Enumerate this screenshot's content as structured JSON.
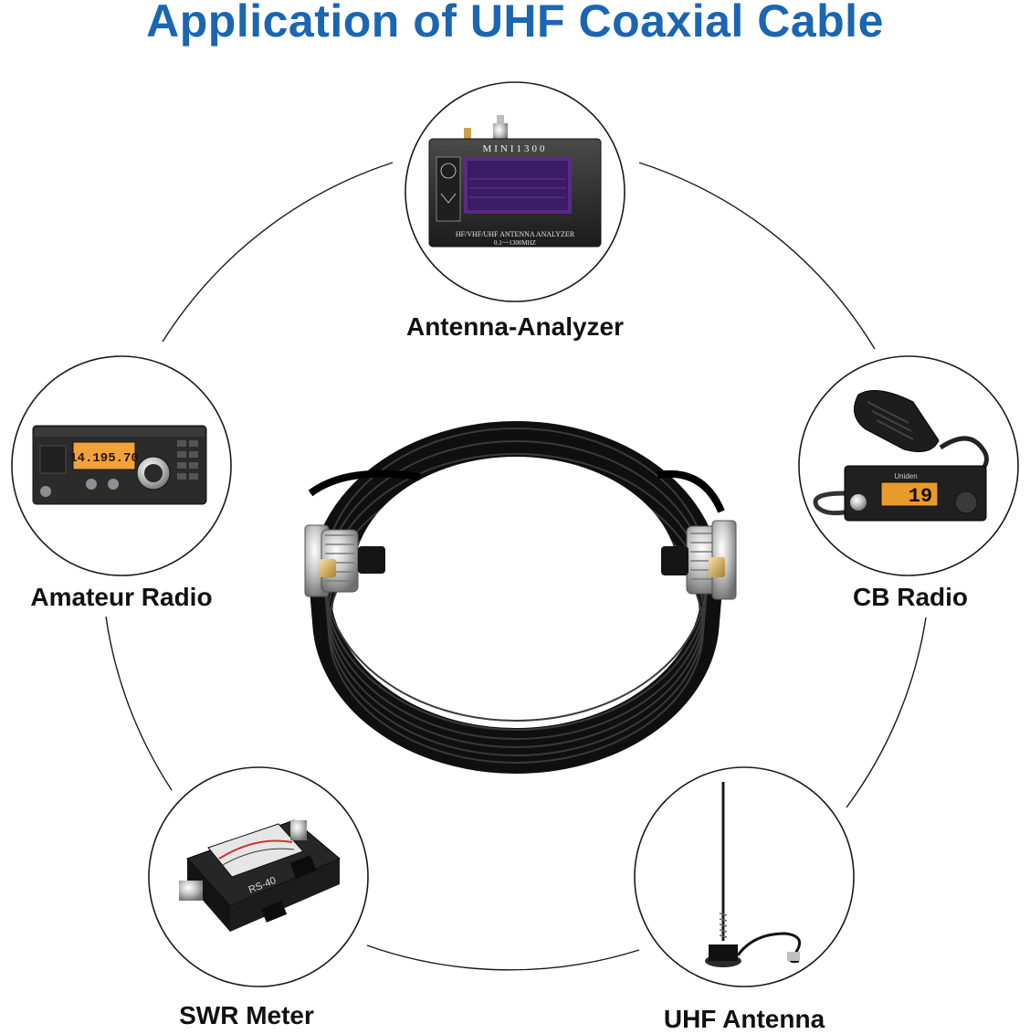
{
  "page": {
    "title": "Application of UHF Coaxial Cable",
    "title_color": "#1a66b3"
  },
  "applications": [
    {
      "label": "Antenna-Analyzer",
      "device_name": "MINI1300",
      "device_caption": "HF/VHF/UHF ANTENNA ANALYZER",
      "device_range": "0.1~~1300MHZ",
      "icon": "antenna-analyzer-icon"
    },
    {
      "label": "Amateur Radio",
      "frequency_readout": "14.195.70",
      "icon": "amateur-radio-icon"
    },
    {
      "label": "CB Radio",
      "brand": "Uniden",
      "channel_readout": "19",
      "icon": "cb-radio-icon"
    },
    {
      "label": "SWR Meter",
      "model": "RS-40",
      "icon": "swr-meter-icon"
    },
    {
      "label": "UHF Antenna",
      "icon": "uhf-antenna-icon"
    }
  ],
  "center_product": {
    "icon": "coaxial-cable-coil-icon"
  }
}
